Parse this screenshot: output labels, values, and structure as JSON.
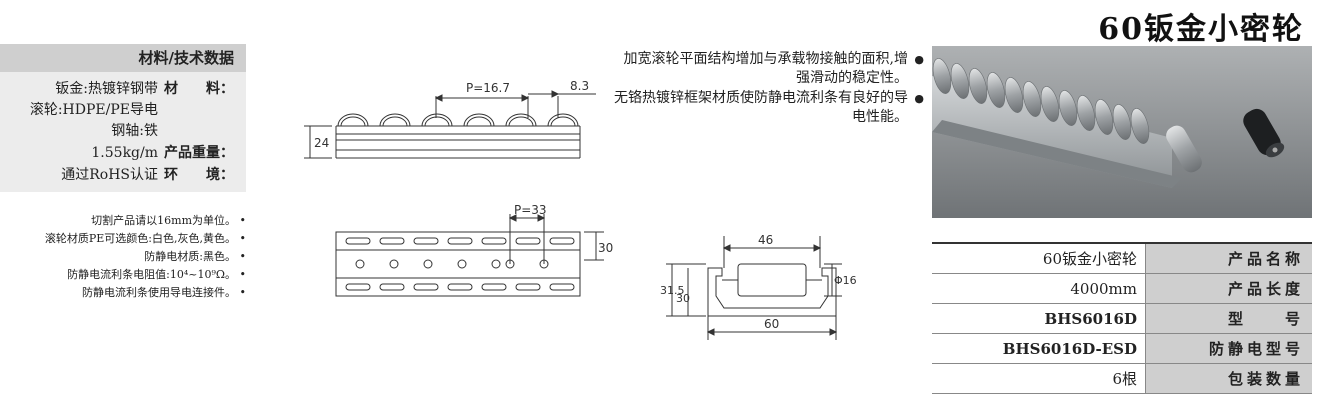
{
  "title": "60钣金小密轮",
  "spec_panel": {
    "header": "材料/技术数据",
    "rows": [
      {
        "key": "材　　料：",
        "value": "钣金:热镀锌钢带",
        "sub": [
          "滚轮:HDPE/PE导电",
          "钢轴:铁"
        ]
      },
      {
        "key": "产品重量：",
        "value": "1.55kg/m"
      },
      {
        "key": "环　　境：",
        "value": "通过RoHS认证"
      }
    ],
    "notes": [
      "切割产品请以16mm为单位。",
      "滚轮材质PE可选颜色:白色,灰色,黄色。",
      "防静电材质:黑色。",
      "防静电流利条电阻值:10⁴~10⁹Ω。",
      "防静电流利条使用导电连接件。"
    ]
  },
  "drawings": {
    "side": {
      "pitch": "P=16.7",
      "gap": "8.3",
      "height": "24"
    },
    "top": {
      "pitch": "P=33",
      "width": "30"
    },
    "section": {
      "width_top": "46",
      "diameter": "Φ16",
      "h1": "31.5",
      "h2": "30",
      "width_bottom": "60"
    }
  },
  "bullets": [
    "加宽滚轮平面结构增加与承载物接触的面积,增强滑动的稳定性。",
    "无铬热镀锌框架材质使防静电流利条有良好的导电性能。"
  ],
  "table": [
    {
      "label": "产品名称",
      "value": "60钣金小密轮",
      "bold": false
    },
    {
      "label": "产品长度",
      "value": "4000mm",
      "bold": false
    },
    {
      "label": "型　　号",
      "value": "BHS6016D",
      "bold": true
    },
    {
      "label": "防静电型号",
      "value": "BHS6016D-ESD",
      "bold": true
    },
    {
      "label": "包装数量",
      "value": "6根",
      "bold": false
    }
  ],
  "colors": {
    "panel_header": "#cfcfcf",
    "panel_body": "#ececec",
    "table_label": "#cfcfcf"
  }
}
